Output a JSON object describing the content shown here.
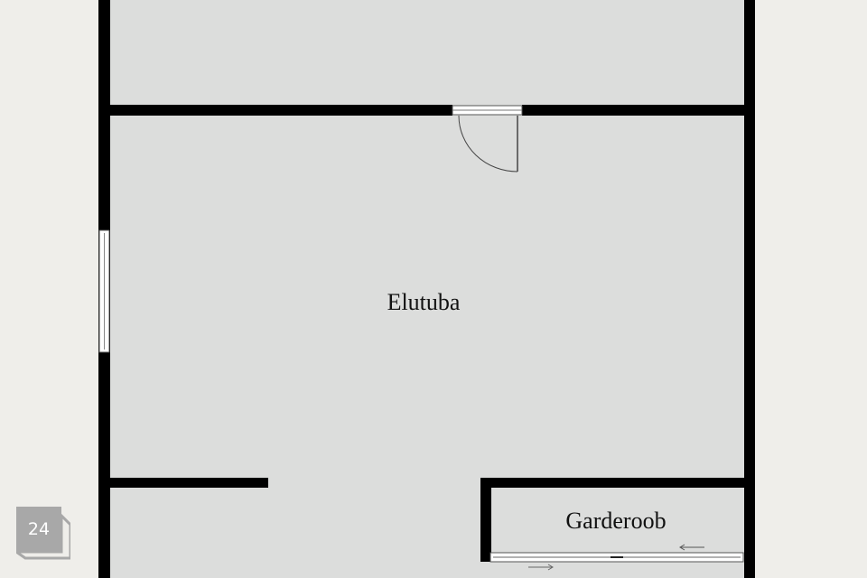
{
  "rooms": [
    {
      "name": "Elutuba"
    },
    {
      "name": "Garderoob"
    }
  ],
  "page_badge": {
    "number": "24"
  },
  "colors": {
    "background": "#efeeea",
    "room": "#dcdddc",
    "wall": "#000000",
    "badge": "#a8a8a8"
  }
}
